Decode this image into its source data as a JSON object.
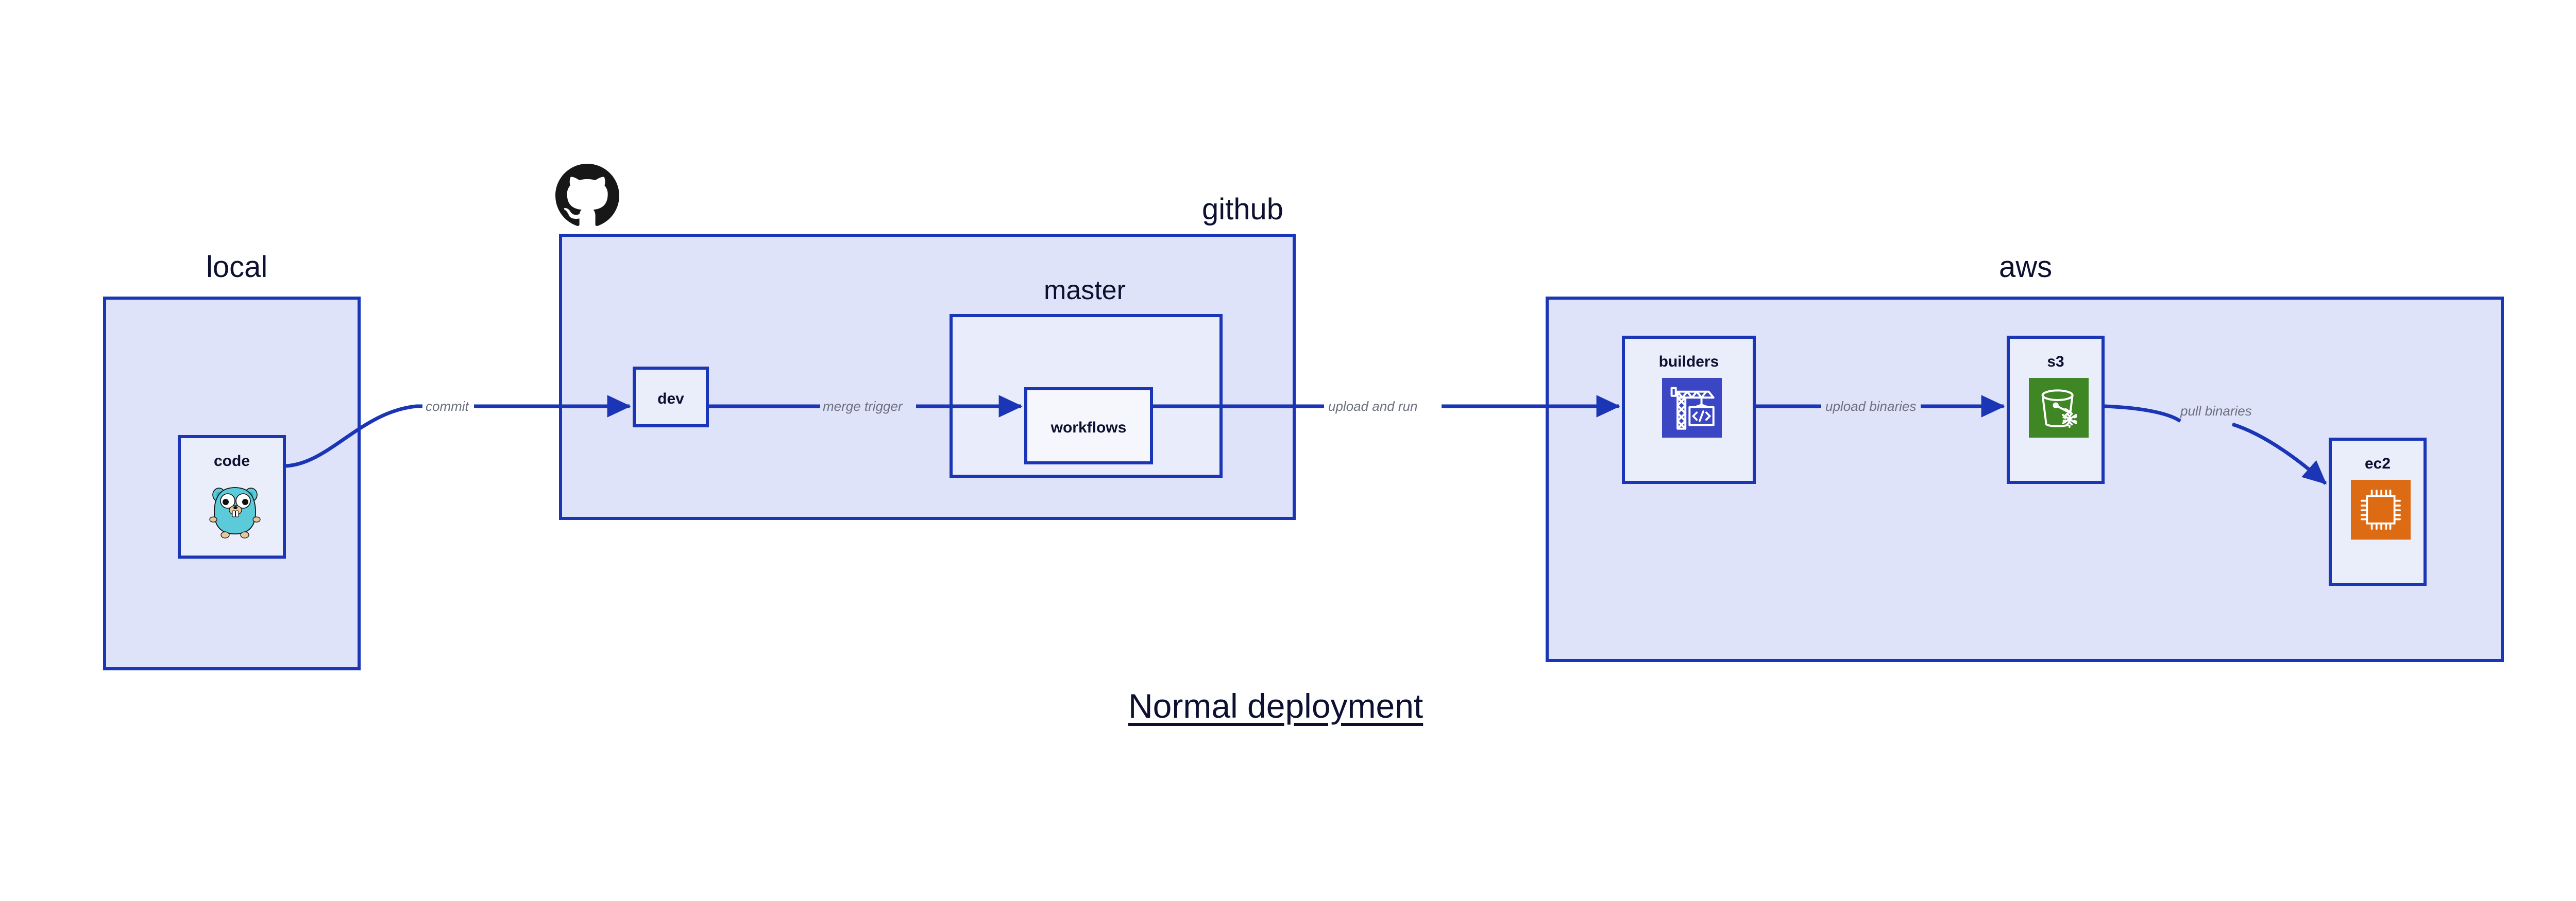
{
  "page": {
    "title": "Normal deployment",
    "background": "#ffffff",
    "accent_border": "#1a35b5",
    "group_fill": "#dee3f9",
    "subgroup_fill": "#e8ecfb",
    "node_fill": "#eaeefb",
    "label_color": "#0d1030",
    "edge_label_color": "#6b6f80"
  },
  "groups": [
    {
      "id": "local",
      "label": "local"
    },
    {
      "id": "github",
      "label": "github"
    },
    {
      "id": "aws",
      "label": "aws"
    }
  ],
  "subgroups": [
    {
      "id": "master",
      "label": "master",
      "parent": "github"
    }
  ],
  "nodes": [
    {
      "id": "code",
      "label": "code",
      "group": "local",
      "icon": "go-gopher-icon"
    },
    {
      "id": "dev",
      "label": "dev",
      "group": "github",
      "icon": null
    },
    {
      "id": "workflows",
      "label": "workflows",
      "group": "master",
      "icon": null
    },
    {
      "id": "builders",
      "label": "builders",
      "group": "aws",
      "icon": "aws-builders-crane-icon",
      "icon_color": "#3b46c4"
    },
    {
      "id": "s3",
      "label": "s3",
      "group": "aws",
      "icon": "aws-s3-bucket-icon",
      "icon_color": "#3f8624"
    },
    {
      "id": "ec2",
      "label": "ec2",
      "group": "aws",
      "icon": "aws-ec2-chip-icon",
      "icon_color": "#dd6b14"
    }
  ],
  "edges": [
    {
      "id": "commit",
      "from": "code",
      "to": "dev",
      "label": "commit"
    },
    {
      "id": "merge-trigger",
      "from": "dev",
      "to": "workflows",
      "label": "merge trigger"
    },
    {
      "id": "upload-and-run",
      "from": "workflows",
      "to": "builders",
      "label": "upload and run"
    },
    {
      "id": "upload-binaries",
      "from": "builders",
      "to": "s3",
      "label": "upload binaries"
    },
    {
      "id": "pull-binaries",
      "from": "s3",
      "to": "ec2",
      "label": "pull binaries"
    }
  ],
  "logos": [
    {
      "id": "github-logo",
      "icon": "github-octocat-icon",
      "color": "#181717",
      "attached_to": "github"
    }
  ]
}
